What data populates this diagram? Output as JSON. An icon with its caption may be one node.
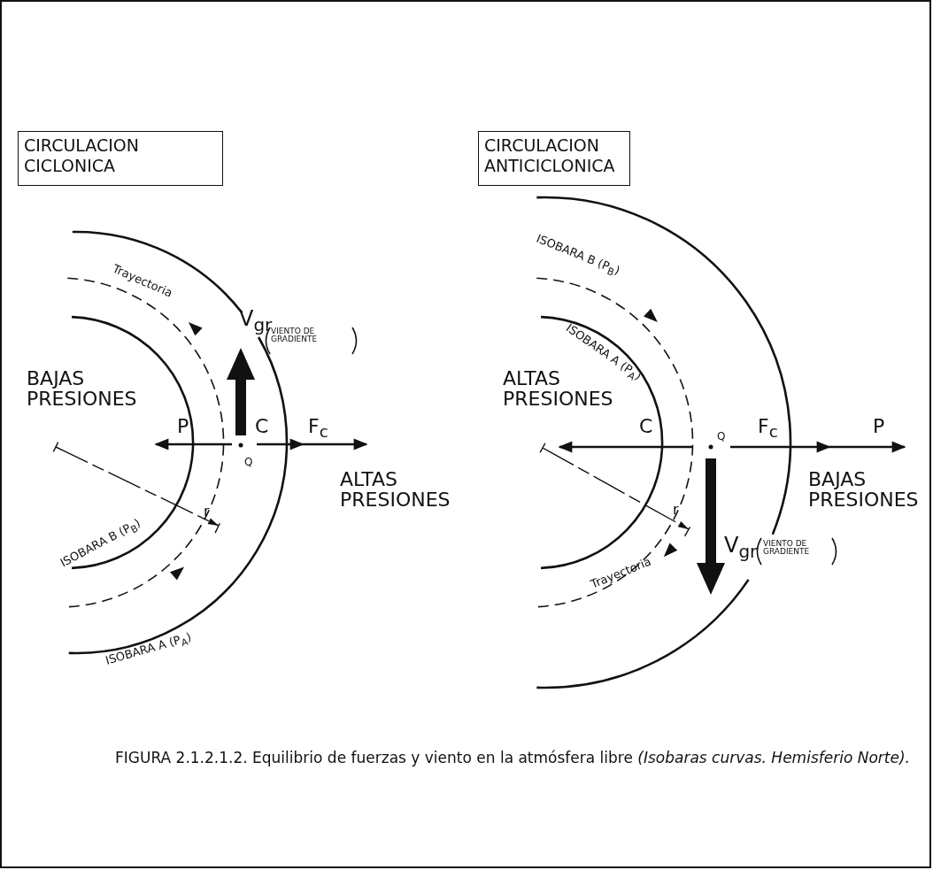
{
  "diagram": {
    "caption": "FIGURA 2.1.2.1.2. Equilibrio de fuerzas y viento en la atmósfera libre *(Isobaras curvas. Hemisferio Norte).*",
    "nodes": [
      {
        "text": [
          "CIRCULACION CICLONICA"
        ]
      },
      {
        "text": [
          "CIRCULACION ANTICICLONICA"
        ]
      }
    ],
    "labels": [
      "Trayectoria",
      "V$_{gr}$",
      "VIENTO DE GRADIENTE",
      "BAJAS PRESIONES",
      "P",
      "C",
      "F$_{c}$",
      "Q",
      "ALTAS PRESIONES",
      "r",
      "ISOBARA B (P$_{B}$)",
      "ISOBARA A (P$_{A}$)",
      "ISOBARA B (P$_{B}$)",
      "ISOBARA A (P$_{A}$)",
      "ALTAS PRESIONES",
      "C",
      "Q",
      "F$_{c}$",
      "P",
      "BAJAS PRESIONES",
      "r",
      "V$_{gr}$",
      "VIENTO DE GRADIENTE",
      "Trayectoria"
    ]
  }
}
